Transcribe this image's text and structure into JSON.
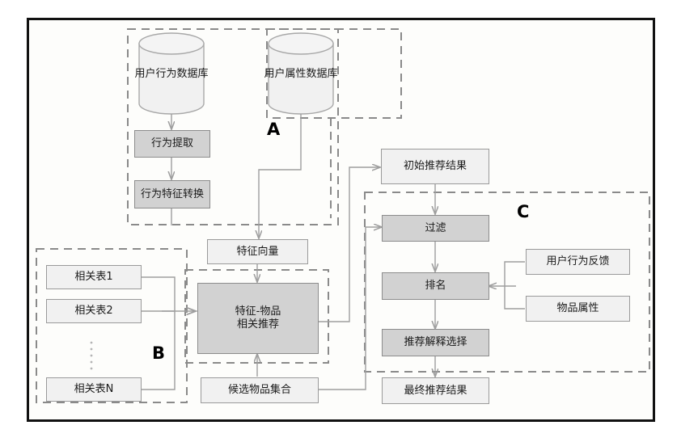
{
  "diagram": {
    "title": "",
    "type": "flowchart",
    "groups": [
      {
        "id": "A",
        "label": "A"
      },
      {
        "id": "B",
        "label": "B"
      },
      {
        "id": "C",
        "label": "C"
      }
    ],
    "nodes": {
      "user_behavior_db": {
        "label": "用户行为数据库",
        "shape": "cylinder",
        "fill": "light"
      },
      "user_attr_db": {
        "label": "用户属性数据库",
        "shape": "cylinder",
        "fill": "light"
      },
      "behavior_extract": {
        "label": "行为提取",
        "shape": "rect",
        "fill": "dark"
      },
      "behavior_feature_transform": {
        "label": "行为特征转换",
        "shape": "rect",
        "fill": "dark"
      },
      "feature_vector": {
        "label": "特征向量",
        "shape": "rect",
        "fill": "light"
      },
      "related_table_1": {
        "label": "相关表1",
        "shape": "rect",
        "fill": "light"
      },
      "related_table_2": {
        "label": "相关表2",
        "shape": "rect",
        "fill": "light"
      },
      "related_table_n": {
        "label": "相关表N",
        "shape": "rect",
        "fill": "light"
      },
      "feature_item_recommend": {
        "label_line1": "特征-物品",
        "label_line2": "相关推荐",
        "shape": "rect",
        "fill": "dark"
      },
      "candidate_item_set": {
        "label": "候选物品集合",
        "shape": "rect",
        "fill": "light"
      },
      "initial_result": {
        "label": "初始推荐结果",
        "shape": "rect",
        "fill": "light"
      },
      "filter": {
        "label": "过滤",
        "shape": "rect",
        "fill": "dark"
      },
      "ranking": {
        "label": "排名",
        "shape": "rect",
        "fill": "dark"
      },
      "explain_select": {
        "label": "推荐解释选择",
        "shape": "rect",
        "fill": "dark"
      },
      "final_result": {
        "label": "最终推荐结果",
        "shape": "rect",
        "fill": "light"
      },
      "user_behavior_feedback": {
        "label": "用户行为反馈",
        "shape": "rect",
        "fill": "light"
      },
      "item_attribute": {
        "label": "物品属性",
        "shape": "rect",
        "fill": "light"
      }
    },
    "colors": {
      "frame_border": "#111111",
      "node_border": "#9a9a9a",
      "node_fill_light": "#f1f1f1",
      "node_fill_dark": "#d2d2d2",
      "connector": "#9e9e9e",
      "group_dash": "#8a8a8a",
      "text": "#1a1a1a"
    }
  }
}
